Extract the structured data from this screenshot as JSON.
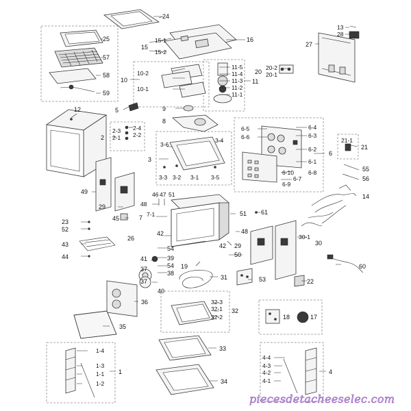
{
  "parts": {
    "p1": "1",
    "p1_1": "1-1",
    "p1_2": "1-2",
    "p1_3": "1-3",
    "p1_4": "1-4",
    "p2": "2",
    "p2_1": "2-1",
    "p2_2": "2-2",
    "p2_3": "2-3",
    "p2_4": "2-4",
    "p3": "3",
    "p3_1": "3-1",
    "p3_2": "3-2",
    "p3_3": "3-3",
    "p3_4": "3-4",
    "p3_5": "3-5",
    "p3_6": "3-6",
    "p4": "4",
    "p4_1": "4-1",
    "p4_2": "4-2",
    "p4_3": "4-3",
    "p4_4": "4-4",
    "p5": "5",
    "p6": "6",
    "p6_1": "6-1",
    "p6_2": "6-2",
    "p6_3": "6-3",
    "p6_4": "6-4",
    "p6_5": "6-5",
    "p6_6": "6-6",
    "p6_7": "6-7",
    "p6_8": "6-8",
    "p6_9": "6-9",
    "p6_10": "6-10",
    "p7": "7",
    "p7_1": "7-1",
    "p8": "8",
    "p9": "9",
    "p10": "10",
    "p10_1": "10-1",
    "p10_2": "10-2",
    "p11": "11",
    "p11_1": "11-1",
    "p11_2": "11-2",
    "p11_3": "11-3",
    "p11_4": "11-4",
    "p11_5": "11-5",
    "p12": "12",
    "p13": "13",
    "p14": "14",
    "p15": "15",
    "p15_1": "15-1",
    "p15_2": "15-2",
    "p16": "16",
    "p17": "17",
    "p18": "18",
    "p19": "19",
    "p20": "20",
    "p20_1": "20-1",
    "p20_2": "20-2",
    "p21": "21",
    "p21_1": "21-1",
    "p22": "22",
    "p23": "23",
    "p24": "24",
    "p25": "25",
    "p26": "26",
    "p27": "27",
    "p28": "28",
    "p29a": "29",
    "p29b": "29",
    "p30": "30",
    "p30_1": "30-1",
    "p31": "31",
    "p32": "32",
    "p32_1": "32-1",
    "p32_2": "32-2",
    "p32_3": "32-3",
    "p33": "33",
    "p34": "34",
    "p35": "35",
    "p36": "36",
    "p37a": "37",
    "p37b": "37",
    "p38": "38",
    "p39": "39",
    "p40": "40",
    "p41": "41",
    "p42a": "42",
    "p42b": "42",
    "p43": "43",
    "p44": "44",
    "p45": "45",
    "p46": "46",
    "p47": "47",
    "p48a": "48",
    "p48b": "48",
    "p49": "49",
    "p50": "50",
    "p51a": "51",
    "p51b": "51",
    "p52": "52",
    "p53": "53",
    "p54a": "54",
    "p54b": "54",
    "p55": "55",
    "p56": "56",
    "p57": "57",
    "p58": "58",
    "p59": "59",
    "p60": "60",
    "p61": "61"
  },
  "watermark": "piecesdetacheeselec.com"
}
